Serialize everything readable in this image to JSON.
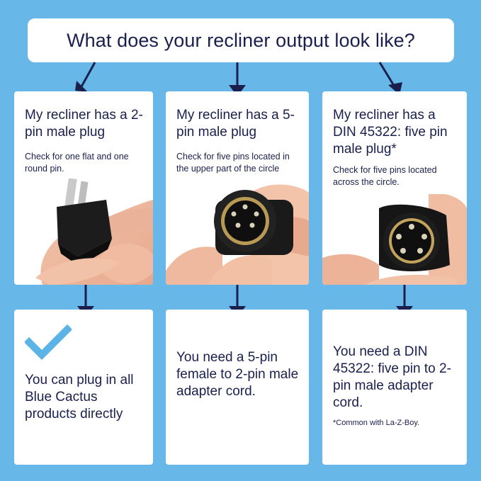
{
  "title": "What does your recliner output look like?",
  "cards": [
    {
      "heading": "My recliner has a 2-pin male plug",
      "sub": "Check for one flat and one round pin.",
      "photo_icon": "two-pin-plug-photo",
      "result": "You can plug in all Blue Cactus products directly",
      "result_icon": "checkmark-icon"
    },
    {
      "heading": "My recliner has a 5-pin male plug",
      "sub": "Check for five pins located in the upper part of the circle",
      "photo_icon": "five-pin-plug-photo",
      "result": "You need a 5-pin female to 2-pin male adapter cord."
    },
    {
      "heading": "My recliner has a DIN 45322: five pin male plug*",
      "sub": "Check for five pins located across the circle.",
      "photo_icon": "din-plug-photo",
      "result": "You need a DIN 45322: five pin to 2-pin male adapter cord.",
      "footnote": "*Common with La-Z-Boy."
    }
  ],
  "colors": {
    "background": "#67b7e8",
    "navy": "#1a1f4d",
    "check": "#5bb3e6"
  }
}
